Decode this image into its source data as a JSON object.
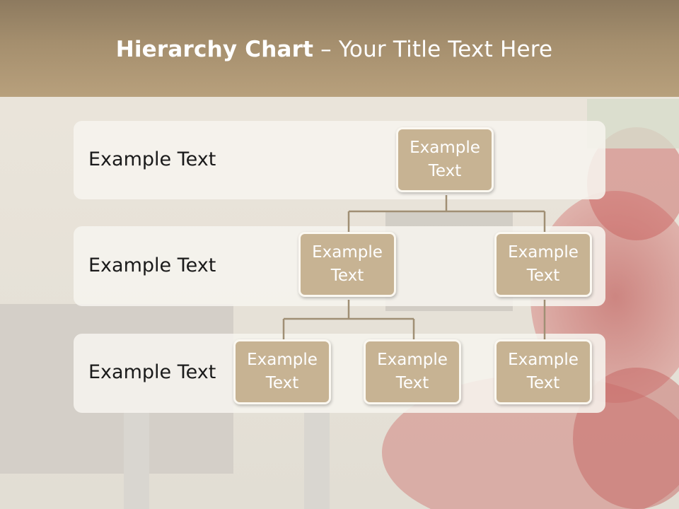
{
  "title": {
    "bold": "Hierarchy Chart",
    "rest": " – Your Title Text Here"
  },
  "levels": [
    {
      "label": "Example Text"
    },
    {
      "label": "Example Text"
    },
    {
      "label": "Example Text"
    }
  ],
  "nodes": {
    "root": "Example Text",
    "l2_left": "Example Text",
    "l2_right": "Example Text",
    "l3_a": "Example Text",
    "l3_b": "Example Text",
    "l3_c": "Example Text"
  },
  "colors": {
    "header": "#a58f6e",
    "node_fill": "#c7b393",
    "node_border": "#fbf8f1",
    "connector": "#a08f74"
  }
}
